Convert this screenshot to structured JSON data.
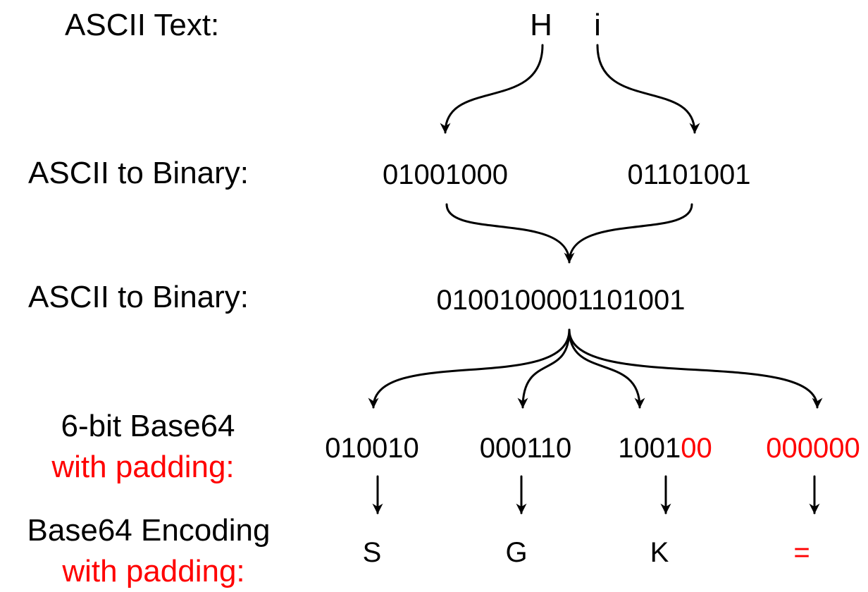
{
  "colors": {
    "text": "#000000",
    "highlight": "#ff0000",
    "background": "#ffffff"
  },
  "labels": {
    "ascii_text": "ASCII Text:",
    "ascii_to_binary_1": "ASCII to Binary:",
    "ascii_to_binary_2": "ASCII to Binary:",
    "six_bit_line1": "6-bit Base64",
    "six_bit_line2": "with padding:",
    "encoding_line1": "Base64 Encoding",
    "encoding_line2": "with padding:"
  },
  "ascii_chars": [
    "H",
    "i"
  ],
  "binary_bytes": [
    "01001000",
    "01101001"
  ],
  "combined_binary": "0100100001101001",
  "six_bit_groups": [
    {
      "bits": "010010",
      "padding": ""
    },
    {
      "bits": "000110",
      "padding": ""
    },
    {
      "bits": "1001",
      "padding": "00"
    },
    {
      "bits": "",
      "padding": "000000"
    }
  ],
  "encoded_chars": [
    {
      "char": "S",
      "is_padding": false
    },
    {
      "char": "G",
      "is_padding": false
    },
    {
      "char": "K",
      "is_padding": false
    },
    {
      "char": "=",
      "is_padding": true
    }
  ]
}
